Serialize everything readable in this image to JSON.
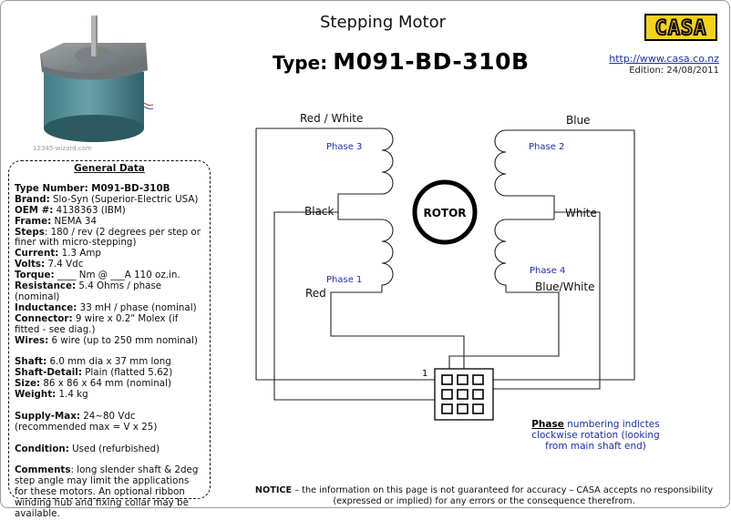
{
  "header": {
    "title": "Stepping Motor",
    "type_label": "Type:",
    "type_value": "M091-BD-310B",
    "logo_text": "CASA",
    "url": "http://www.casa.co.nz",
    "edition": "Edition: 24/08/2011"
  },
  "photo": {
    "watermark": "12345-wizard.com"
  },
  "general_data": {
    "heading": "General Data",
    "lines": [
      {
        "label": "Type Number:",
        "value": " M091-BD-310B",
        "bold_value": true
      },
      {
        "label": "Brand:",
        "value": " Slo-Syn (Superior-Electric USA)"
      },
      {
        "label": "OEM #:",
        "value": " 4138363 (IBM)"
      },
      {
        "label": "Frame:",
        "value": " NEMA 34"
      },
      {
        "label": "Steps",
        "value": ": 180 / rev (2 degrees per step or finer with micro-stepping)"
      },
      {
        "label": "Current:",
        "value": " 1.3  Amp"
      },
      {
        "label": "Volts:",
        "value": " 7.4 Vdc"
      },
      {
        "label": "Torque:",
        "value": "  ____ Nm @ ___A 110 oz.in."
      },
      {
        "label": "Resistance:",
        "value": " 5.4 Ohms / phase (nominal)"
      },
      {
        "label": "Inductance:",
        "value": " 33 mH / phase (nominal)"
      },
      {
        "label": "Connector:",
        "value": "  9 wire x 0.2\" Molex (if fitted - see diag.)"
      },
      {
        "label": "Wires:",
        "value": " 6 wire (up to 250 mm nominal)"
      },
      {
        "spacer": true
      },
      {
        "label": "Shaft:",
        "value": " 6.0 mm dia x 37 mm long"
      },
      {
        "label": "Shaft-Detail:",
        "value": " Plain (flatted 5.62)"
      },
      {
        "label": "Size:",
        "value": " 86 x 86 x 64 mm (nominal)"
      },
      {
        "label": "Weight:",
        "value": " 1.4 kg"
      },
      {
        "spacer": true
      },
      {
        "label": "Supply-Max:",
        "value": " 24~80 Vdc (recommended max = V x 25)"
      },
      {
        "spacer": true
      },
      {
        "label": "Condition:",
        "value": " Used  (refurbished)"
      },
      {
        "spacer": true
      },
      {
        "label": "Comments",
        "value": ": long slender shaft & 2deg step angle may limit the applications for these motors. An optional ribbon winding hub and fixing collar may be available."
      }
    ]
  },
  "diagram": {
    "wire_labels": {
      "red_white": "Red / White",
      "blue": "Blue",
      "black": "Black",
      "white": "White",
      "red": "Red",
      "blue_white": "Blue/White"
    },
    "phase_labels": {
      "phase1": "Phase 1",
      "phase2": "Phase 2",
      "phase3": "Phase 3",
      "phase4": "Phase 4"
    },
    "rotor_label": "ROTOR",
    "connector_pin_label": "1",
    "colors": {
      "phase_text": "#1d2fb0",
      "wire": "#222222"
    }
  },
  "legend": {
    "bold": "Phase",
    "text": " numbering indictes clockwise rotation (looking from main shaft end)"
  },
  "notice": {
    "bold": "NOTICE",
    "text": " – the information on this page is not guaranteed for accuracy – CASA accepts no responsibility (expressed or implied) for any errors or the consequence therefrom."
  }
}
